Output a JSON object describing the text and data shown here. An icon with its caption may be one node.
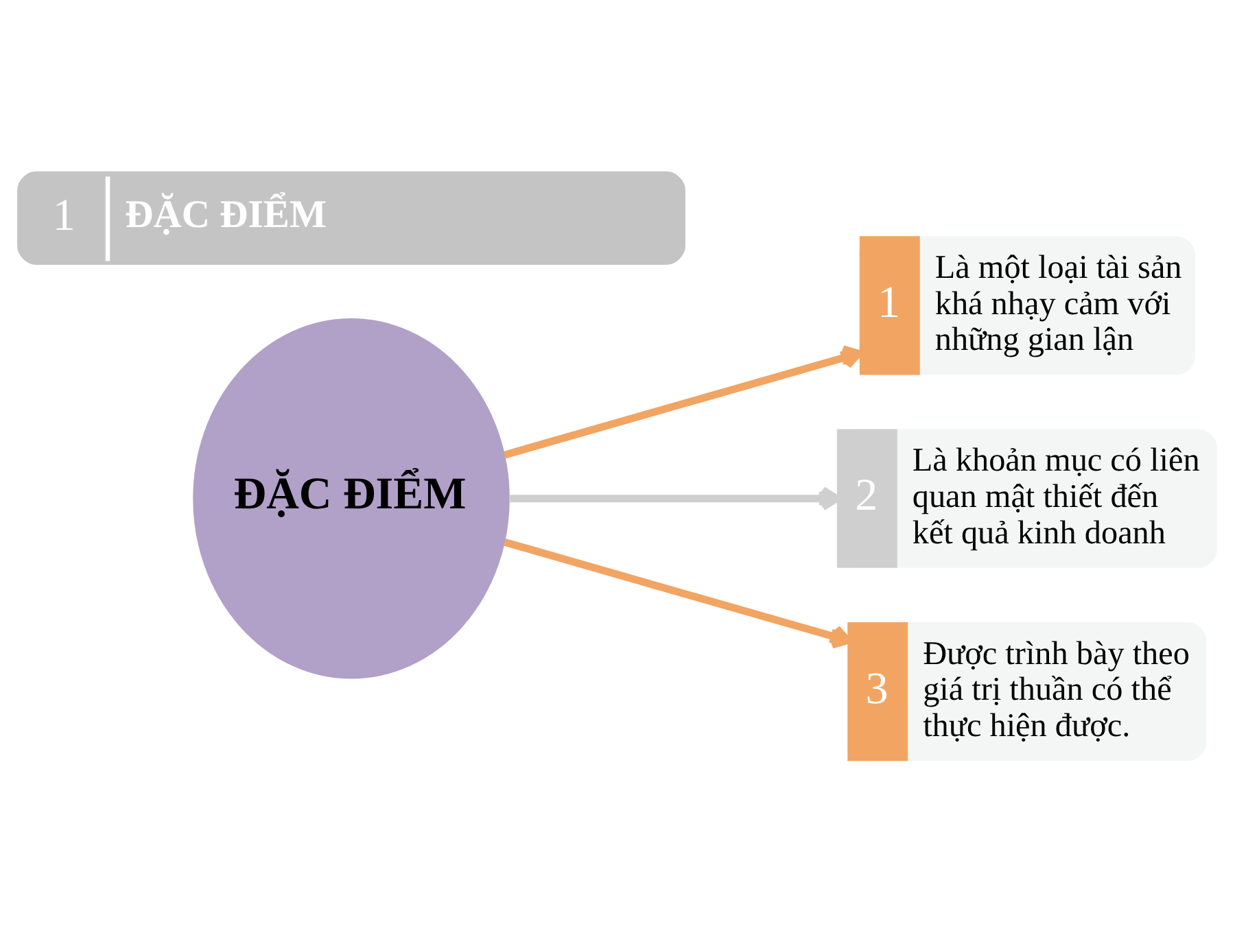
{
  "diagram": {
    "nodes": [
      {
        "text": [
          "1",
          "ĐẶC ĐIỂM"
        ]
      },
      {
        "text": [
          "ĐẶC ĐIỂM"
        ]
      },
      {
        "text": [
          "1",
          "Là một loại tài sản khá nhạy cảm với những gian lận"
        ]
      },
      {
        "text": [
          "2",
          "Là khoản mục có liên quan mật thiết đến kết quả kinh doanh"
        ]
      },
      {
        "text": [
          "3",
          "Được trình bày theo giá trị thuần có thể thực hiện được."
        ]
      }
    ],
    "edges": [
      {
        "from": 1,
        "to": 2,
        "arrow": "to"
      },
      {
        "from": 1,
        "to": 3,
        "arrow": "to",
        "color": "#cfcfcf"
      },
      {
        "from": 1,
        "to": 4,
        "arrow": "to"
      }
    ]
  }
}
